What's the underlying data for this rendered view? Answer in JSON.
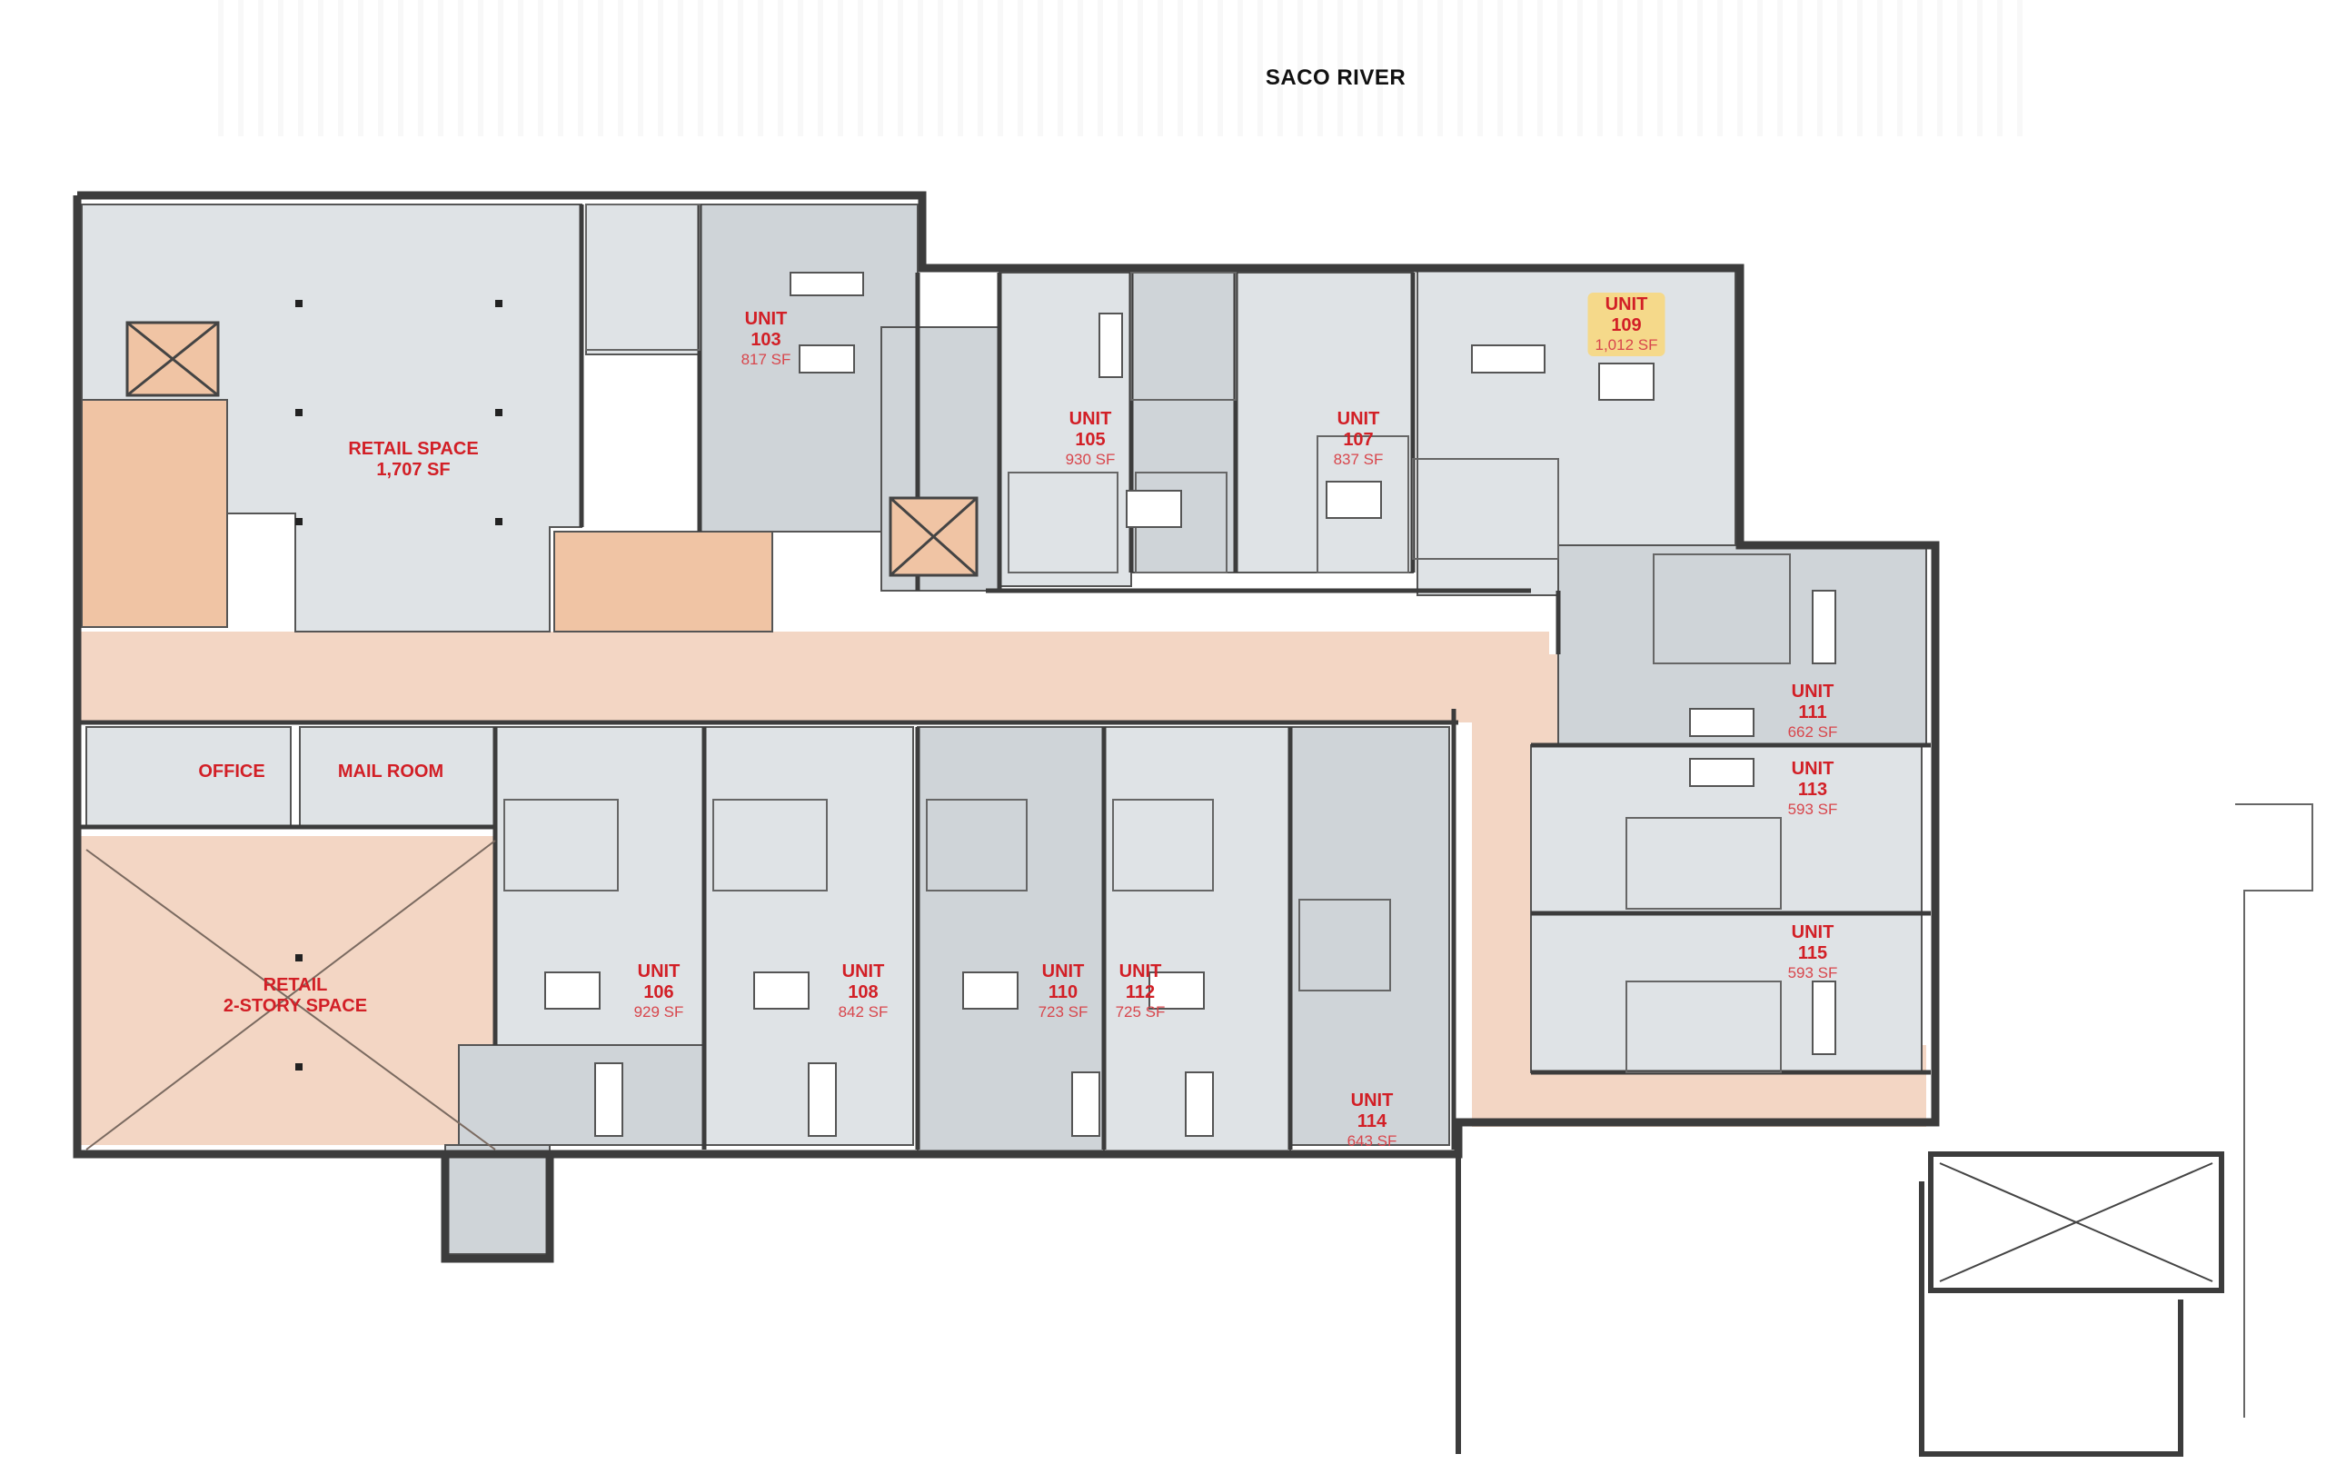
{
  "river_label": "SACO RIVER",
  "colors": {
    "unit_fill": "#cfd4d8",
    "unit_fill_light": "#dfe3e6",
    "common_fill": "#f3d6c4",
    "stair_fill": "#f0c4a4",
    "wall": "#4a4a4a",
    "label_red": "#d21f26",
    "highlight": "#f5d98a"
  },
  "rooms": {
    "retail_space": {
      "name": "RETAIL SPACE",
      "area": "1,707 SF"
    },
    "retail_2story": {
      "line1": "RETAIL",
      "line2": "2-STORY SPACE"
    },
    "office": "OFFICE",
    "mail_room": "MAIL ROOM"
  },
  "units": [
    {
      "id": "u103",
      "label": "UNIT",
      "number": "103",
      "area": "817 SF"
    },
    {
      "id": "u105",
      "label": "UNIT",
      "number": "105",
      "area": "930 SF"
    },
    {
      "id": "u107",
      "label": "UNIT",
      "number": "107",
      "area": "837 SF"
    },
    {
      "id": "u109",
      "label": "UNIT",
      "number": "109",
      "area": "1,012 SF"
    },
    {
      "id": "u111",
      "label": "UNIT",
      "number": "111",
      "area": "662 SF"
    },
    {
      "id": "u113",
      "label": "UNIT",
      "number": "113",
      "area": "593 SF"
    },
    {
      "id": "u115",
      "label": "UNIT",
      "number": "115",
      "area": "593 SF"
    },
    {
      "id": "u106",
      "label": "UNIT",
      "number": "106",
      "area": "929 SF"
    },
    {
      "id": "u108",
      "label": "UNIT",
      "number": "108",
      "area": "842 SF"
    },
    {
      "id": "u110",
      "label": "UNIT",
      "number": "110",
      "area": "723 SF"
    },
    {
      "id": "u112",
      "label": "UNIT",
      "number": "112",
      "area": "725 SF"
    },
    {
      "id": "u114",
      "label": "UNIT",
      "number": "114",
      "area": "643 SF"
    }
  ]
}
